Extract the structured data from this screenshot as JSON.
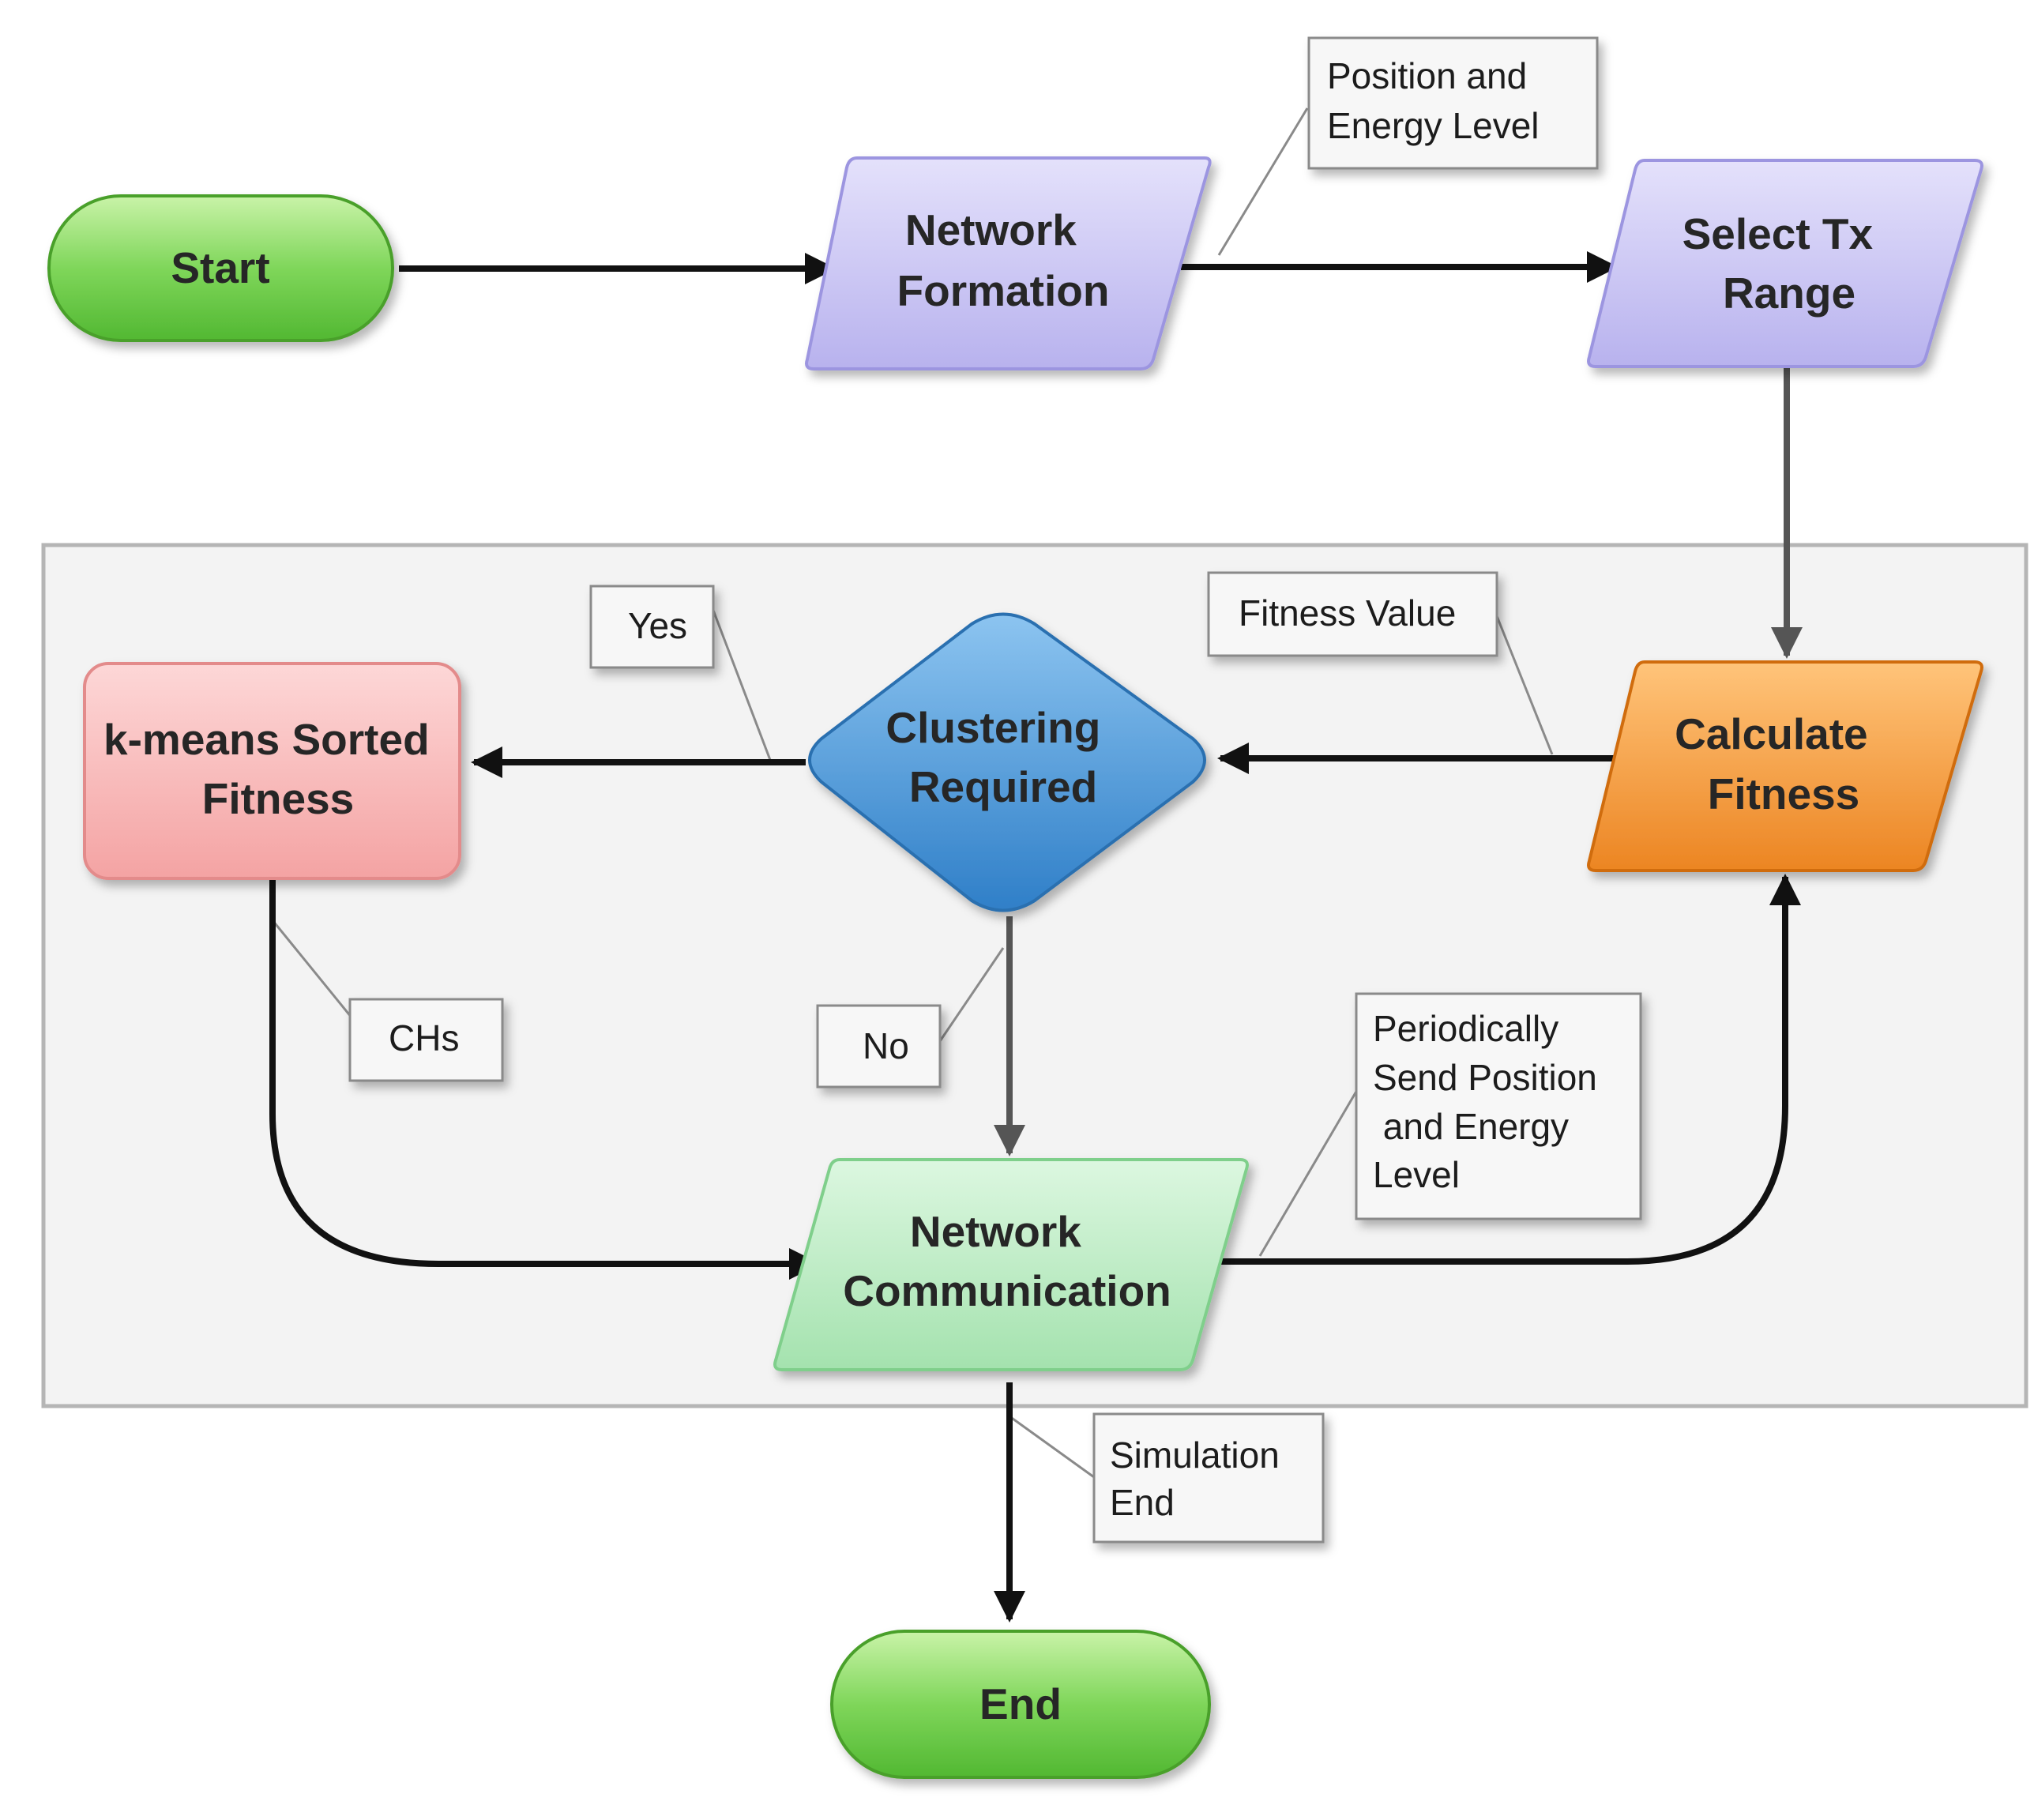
{
  "nodes": {
    "start": {
      "label": "Start"
    },
    "network_formation": {
      "lines": [
        "Network",
        "Formation"
      ]
    },
    "select_tx_range": {
      "lines": [
        "Select Tx",
        "Range"
      ]
    },
    "calculate_fitness": {
      "lines": [
        "Calculate",
        "Fitness"
      ]
    },
    "clustering_required": {
      "lines": [
        "Clustering",
        "Required"
      ]
    },
    "kmeans_sorted_fitness": {
      "lines": [
        "k-means Sorted",
        "Fitness"
      ]
    },
    "network_communication": {
      "lines": [
        "Network",
        "Communication"
      ]
    },
    "end": {
      "label": "End"
    }
  },
  "notes": {
    "position_energy": {
      "lines": [
        "Position and",
        "Energy Level"
      ]
    },
    "fitness_value": {
      "label": "Fitness Value"
    },
    "yes": {
      "label": "Yes"
    },
    "no": {
      "label": "No"
    },
    "chs": {
      "label": "CHs"
    },
    "periodically": {
      "lines": [
        "Periodically",
        "Send Position",
        " and Energy",
        "Level"
      ]
    },
    "simulation_end": {
      "lines": [
        "Simulation",
        "End"
      ]
    }
  },
  "colors": {
    "terminal_green": "#7fd65a",
    "input_purple": "#c6c1f3",
    "process_orange": "#f39a3a",
    "decision_blue": "#4a95d6",
    "process_pink": "#f7b6b6",
    "comm_green": "#b9ebc0",
    "loop_panel": "#f3f3f3",
    "arrow_black": "#111111",
    "arrow_gray": "#555555"
  }
}
